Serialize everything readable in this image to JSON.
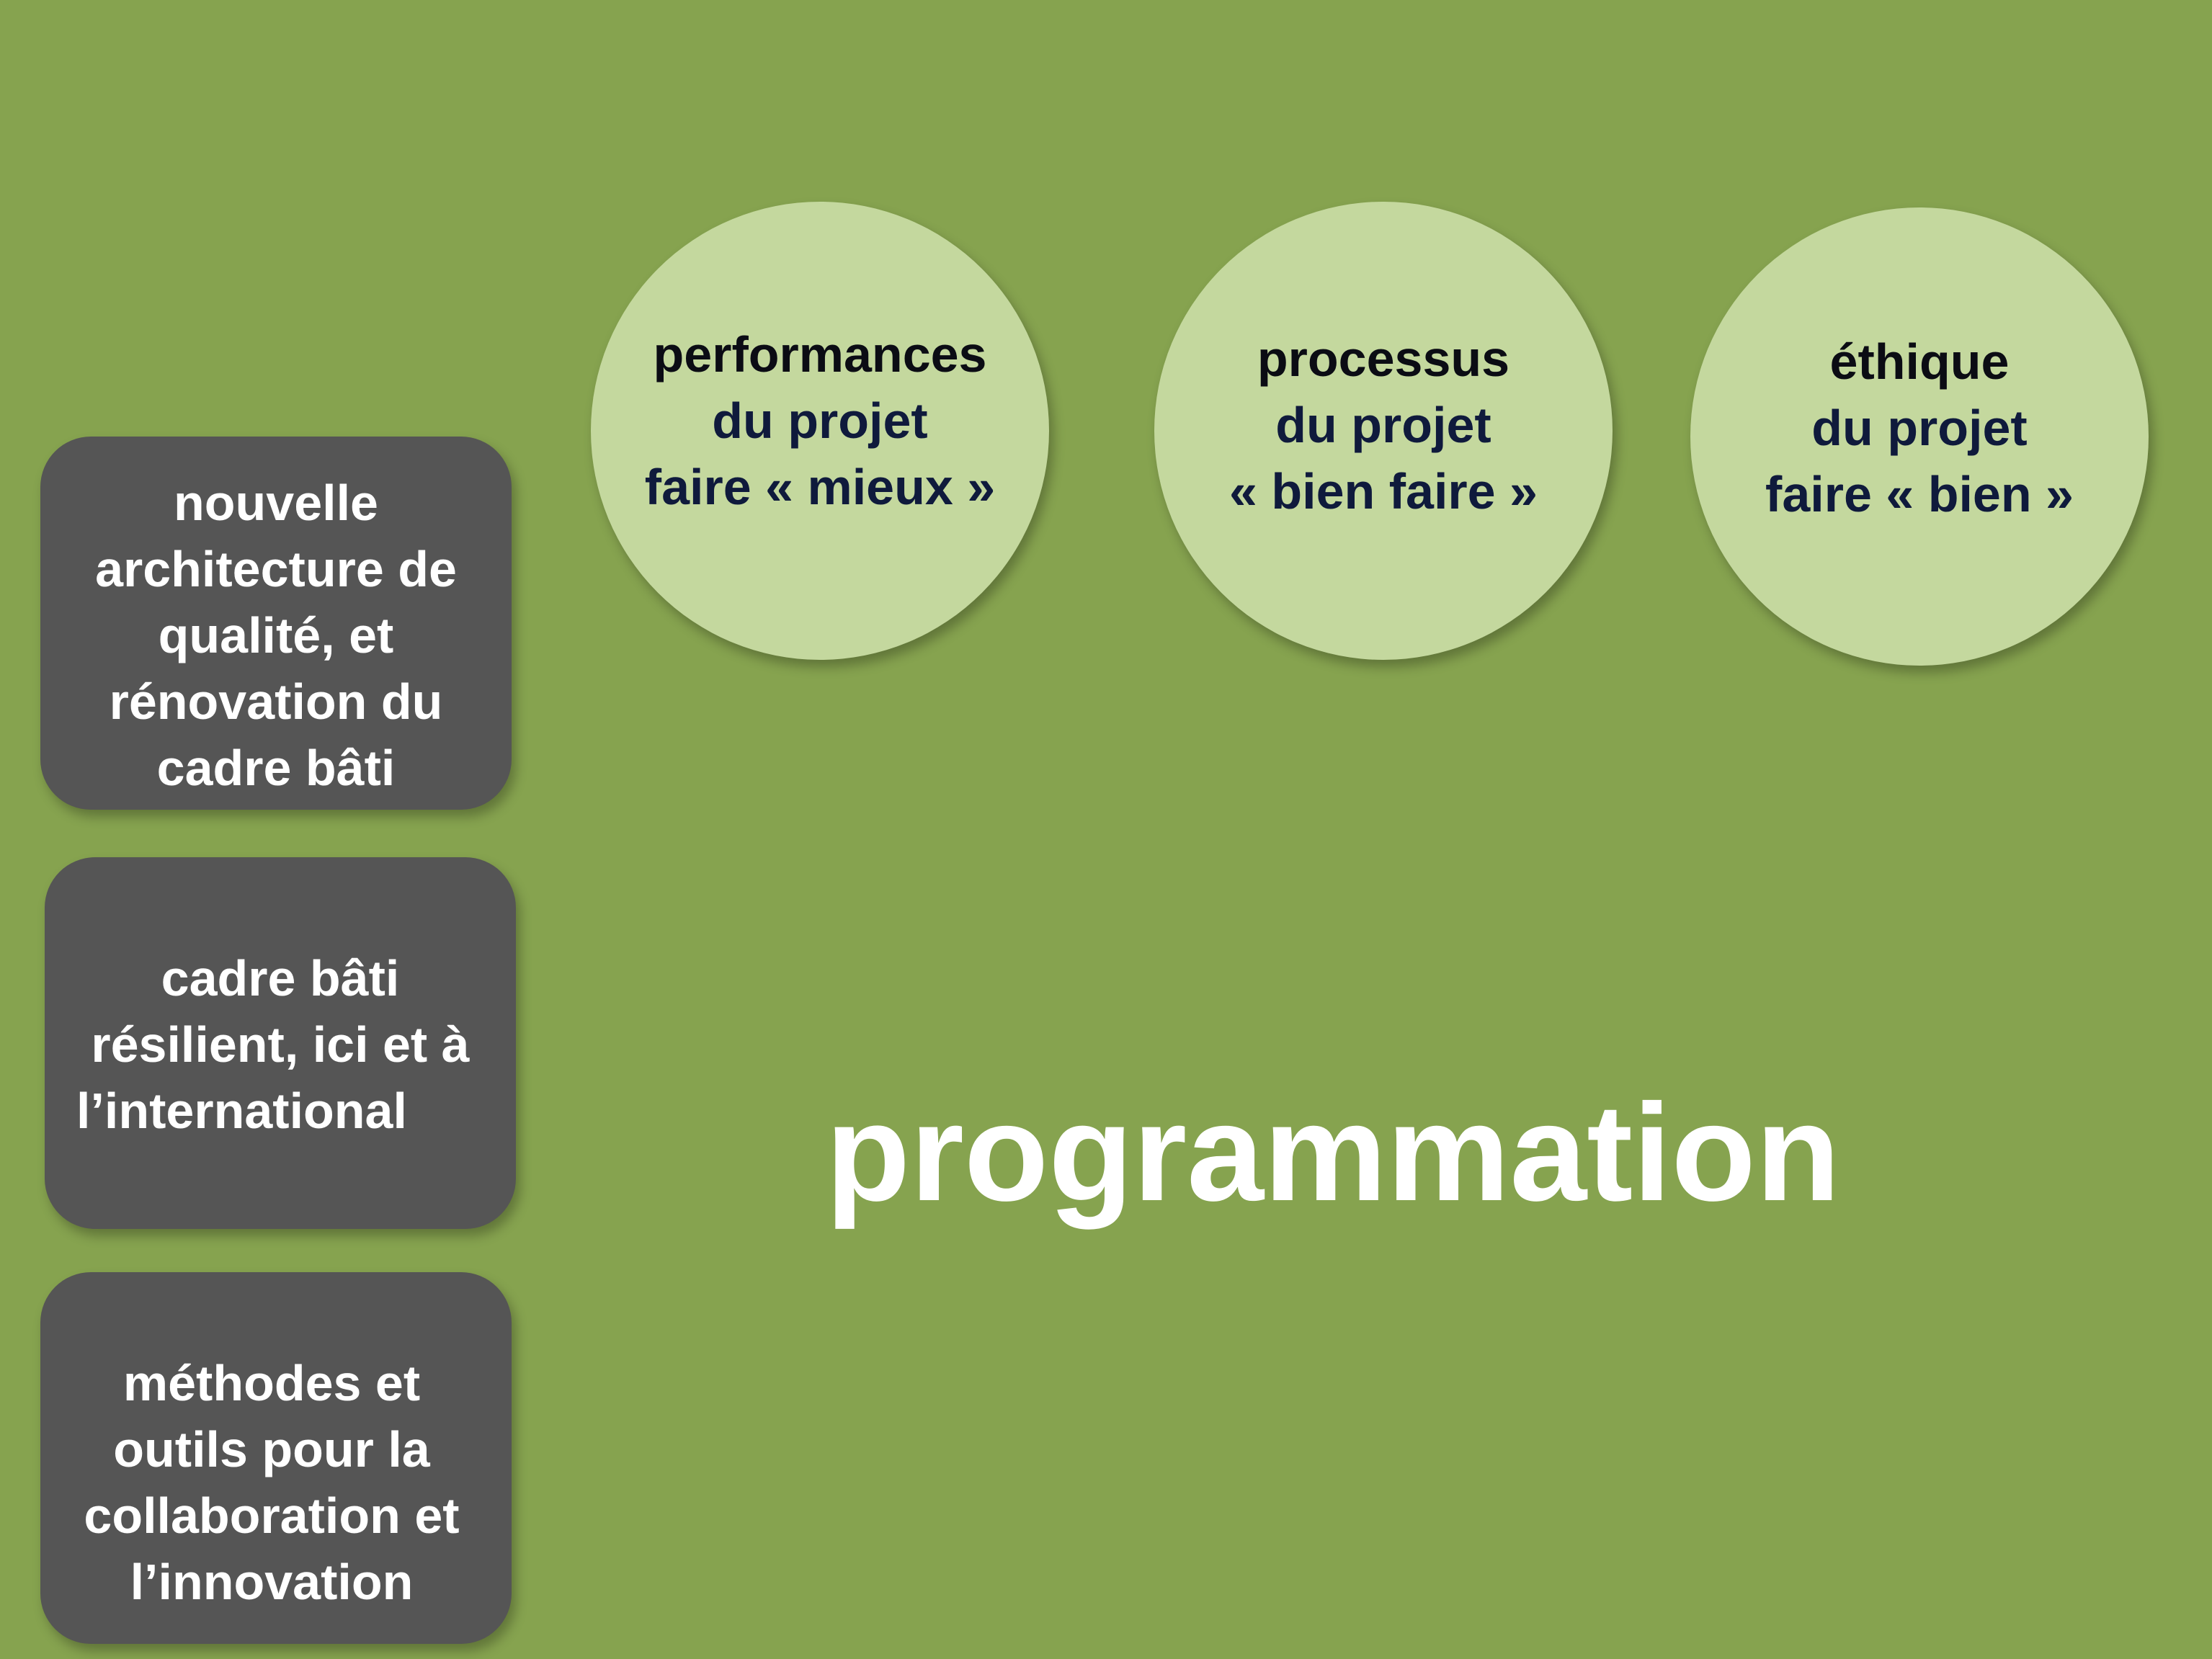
{
  "title": "programmation",
  "circles": [
    {
      "lines": [
        "performances",
        "du projet",
        "faire « mieux »"
      ]
    },
    {
      "lines": [
        "processus",
        "du projet",
        "« bien faire »"
      ]
    },
    {
      "lines": [
        "éthique",
        "du projet",
        "faire « bien »"
      ]
    }
  ],
  "boxes": [
    {
      "lines": [
        "nouvelle",
        "architecture de",
        "qualité, et",
        "rénovation du",
        "cadre bâti"
      ]
    },
    {
      "lines": [
        "cadre bâti",
        "résilient, ici et à",
        "l’international"
      ]
    },
    {
      "lines": [
        "méthodes et",
        "outils pour la",
        "collaboration et",
        "l’innovation"
      ]
    }
  ],
  "colors": {
    "background": "#86a34f",
    "circle_fill": "#c4d89e",
    "box_fill": "#555555",
    "circle_text_dark": "#0b0c14",
    "circle_text_navy": "#0f1a3c",
    "box_text": "#ffffff"
  }
}
